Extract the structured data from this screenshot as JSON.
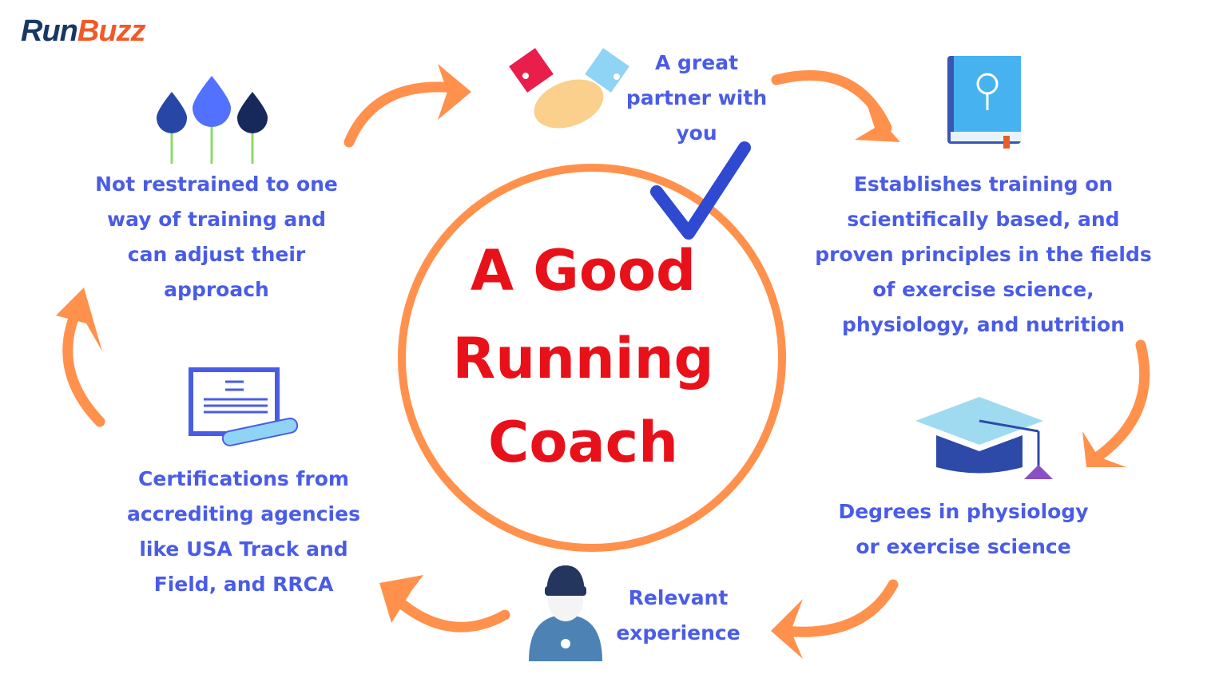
{
  "logo": {
    "part1": "Run",
    "part2": "Buzz"
  },
  "title": {
    "line1": "A Good",
    "line2": "Running",
    "line3": "Coach"
  },
  "items": [
    {
      "icon": "tulips-icon",
      "lines": [
        "Not restrained to one",
        "way of training and",
        "can adjust their",
        "approach"
      ]
    },
    {
      "icon": "handshake-icon",
      "lines": [
        "A great",
        "partner with",
        "you"
      ]
    },
    {
      "icon": "book-icon",
      "lines": [
        "Establishes training on",
        "scientifically based, and",
        "proven principles in the fields",
        "of exercise science,",
        "physiology, and nutrition"
      ]
    },
    {
      "icon": "graduation-cap-icon",
      "lines": [
        "Degrees in physiology",
        "or exercise science"
      ]
    },
    {
      "icon": "coach-icon",
      "lines": [
        "Relevant",
        "experience"
      ]
    },
    {
      "icon": "certificate-icon",
      "lines": [
        "Certifications from",
        "accrediting agencies",
        "like USA Track and",
        "Field, and RRCA"
      ]
    }
  ],
  "colors": {
    "text": "#4a5ce6",
    "title": "#e8111a",
    "arrow": "#ff914d",
    "circle": "#ff914d",
    "check": "#2f49d1"
  }
}
